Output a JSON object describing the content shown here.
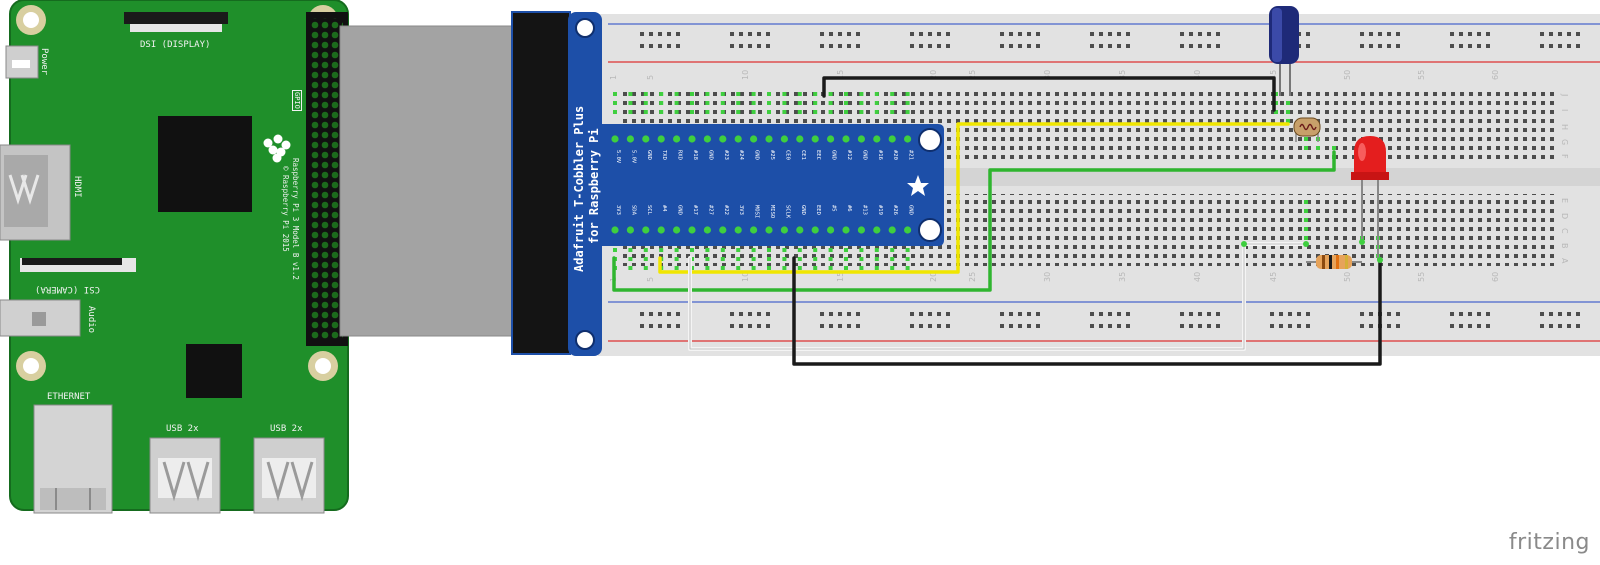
{
  "raspberry_pi": {
    "port_labels": {
      "dsi": "DSI (DISPLAY)",
      "power": "Power",
      "hdmi": "HDMI",
      "csi": "CSI (CAMERA)",
      "audio": "Audio",
      "ethernet": "ETHERNET",
      "usb_left": "USB 2x",
      "usb_right": "USB 2x",
      "gpio": "GPIO"
    },
    "model_text": "Raspberry Pi 3 Model B v1.2",
    "copyright_text": "© Raspberry Pi 2015"
  },
  "cobbler": {
    "title_line1": "Adafruit T-Cobbler Plus",
    "title_line2": "for Raspberry Pi",
    "top_pins": [
      "5.0V",
      "5.0V",
      "GND",
      "TXD",
      "RXD",
      "#18",
      "GND",
      "#23",
      "#24",
      "GND",
      "#25",
      "CE0",
      "CE1",
      "EEC",
      "GND",
      "#12",
      "GND",
      "#16",
      "#20",
      "#21"
    ],
    "bottom_pins": [
      "3V3",
      "SDA",
      "SCL",
      "#4",
      "GND",
      "#17",
      "#27",
      "#22",
      "3V3",
      "MOSI",
      "MISO",
      "SCLK",
      "GND",
      "EED",
      "#5",
      "#6",
      "#13",
      "#19",
      "#26",
      "GND"
    ]
  },
  "breadboard": {
    "column_numbers": [
      "1",
      "5",
      "10",
      "15",
      "20",
      "25",
      "30",
      "35",
      "40",
      "45",
      "50",
      "55",
      "60"
    ],
    "row_letters_top": [
      "J",
      "I",
      "H",
      "G",
      "F"
    ],
    "row_letters_bottom": [
      "E",
      "D",
      "C",
      "B",
      "A"
    ]
  },
  "components": {
    "capacitor": "electrolytic-capacitor",
    "photoresistor": "ldr",
    "led_color": "#e41e1e",
    "resistor": "resistor"
  },
  "wire_colors": {
    "yellow": "#f0e600",
    "green": "#2fb52f",
    "black": "#1a1a1a",
    "white": "#f4f4f4"
  },
  "watermark": "fritzing"
}
